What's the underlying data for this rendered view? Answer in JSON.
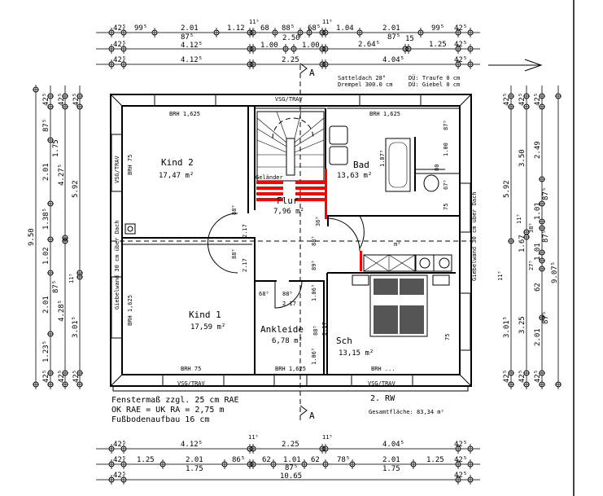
{
  "colors": {
    "line": "#000000",
    "highlight": "#ff0000",
    "background": "#ffffff"
  },
  "roof_notes": {
    "roof": "Satteldach 28°",
    "knee_wall": "Drempel 300.0 cm",
    "eave": "DÜ: Traufe 0 cm",
    "gable": "DÜ: Giebel 0 cm"
  },
  "section_marker": "A",
  "footer_notes": {
    "line1": "Fenstermaß zzgl. 25 cm RAE",
    "line2": "OK RAE = UK RA = 2,75 m",
    "line3": "Fußbodenaufbau 16 cm",
    "level": "2. RW",
    "total_area": "Gesamtfläche: 83,34 m²"
  },
  "rooms": [
    {
      "name": "Kind 2",
      "area": "17,47 m²"
    },
    {
      "name": "Flur",
      "area": "7,96 m²"
    },
    {
      "name": "Bad",
      "area": "13,63 m²"
    },
    {
      "name": "Kind 1",
      "area": "17,59 m²"
    },
    {
      "name": "Ankleide",
      "area": "6,78 m²"
    },
    {
      "name": "Sch",
      "area": "13,15 m²"
    }
  ],
  "labels": {
    "brh_1625": "BRH 1,625",
    "brh_75": "BRH 75",
    "brh_partial": "BRH ...",
    "window_type": "VSG/TRAV",
    "railing": "Geländer",
    "gable_wall": "Giebelwand 30 cm über Dach",
    "d_217": "2.17",
    "d_88": "88⁵",
    "d_89": "89⁵",
    "d_36": "36⁵",
    "d_68": "68⁵",
    "d_106": "1.06⁵",
    "d_75": "75",
    "d_187": "1.87⁵",
    "d_100": "1.00",
    "d_67": "67⁵",
    "d_87": "87⁵",
    "d_80": "80",
    "d_m2": "m²"
  },
  "dims": {
    "top": [
      "42⁵",
      "99⁵",
      "2.01",
      "1.12",
      "11⁵",
      "68",
      "88⁵",
      "68⁵",
      "11⁵",
      "1.04",
      "2.01",
      "99⁵",
      "42⁵",
      "42⁵",
      "87⁵",
      "4.12⁵",
      "2.50",
      "1.00",
      "1.00",
      "2.64⁵",
      "87⁵",
      "15",
      "1.25",
      "42⁵",
      "42⁵",
      "4.12⁵",
      "2.25",
      "4.04⁵",
      "42⁵"
    ],
    "bottom": [
      "42⁵",
      "4.12⁵",
      "11⁵",
      "2.25",
      "11⁵",
      "4.04⁵",
      "42⁵",
      "42⁵",
      "1.25",
      "2.01",
      "86⁵",
      "62",
      "1.01",
      "62",
      "78⁵",
      "2.01",
      "1.25",
      "42⁵",
      "1.75",
      "87⁵",
      "10.65",
      "1.75",
      "42⁵",
      "42⁵"
    ],
    "left": [
      "9.50",
      "42⁵",
      "87⁵",
      "2.01",
      "1.38⁵",
      "1.02",
      "2.01",
      "1.23⁵",
      "42⁵",
      "1.75",
      "4.27⁵",
      "87⁵",
      "4.28⁵",
      "42⁵",
      "42⁵",
      "5.92",
      "11⁵",
      "3.01⁵",
      "42⁵",
      "42⁵"
    ],
    "right": [
      "42⁵",
      "3.01⁵",
      "5.92",
      "11⁵",
      "42⁵",
      "42⁵",
      "3.25",
      "3.50",
      "1.67",
      "11⁵",
      "42⁵",
      "42⁵",
      "2.01",
      "87⁵",
      "62",
      "1.01",
      "87⁵",
      "1.01",
      "87⁵",
      "2.49",
      "9.07⁵",
      "38⁵",
      "27⁵",
      "42⁵"
    ]
  }
}
